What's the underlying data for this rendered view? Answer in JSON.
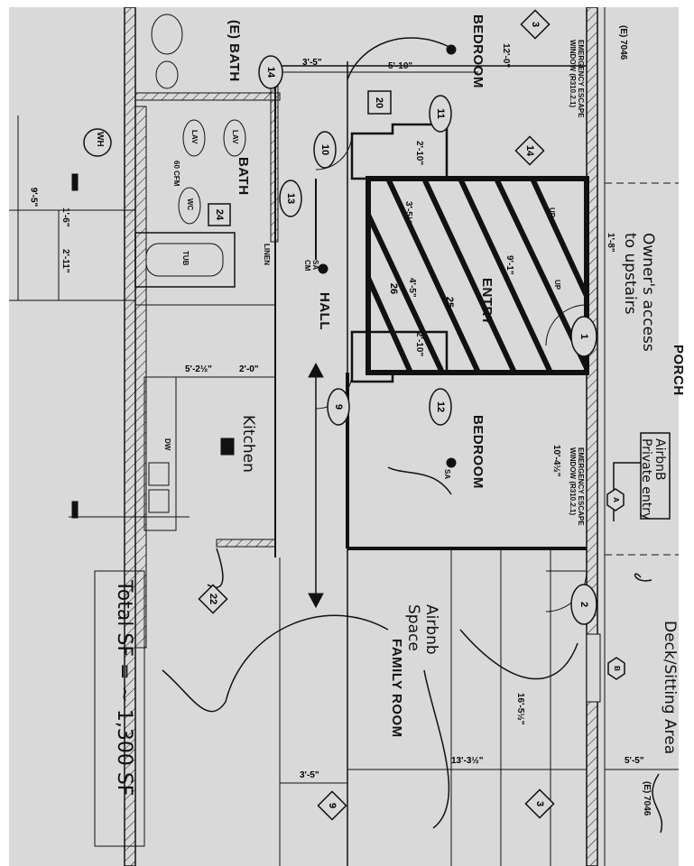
{
  "rooms": {
    "bedroom_top": "BEDROOM",
    "bedroom_bottom": "BEDROOM",
    "entry": "ENTRY",
    "hall": "HALL",
    "family_room": "FAMILY ROOM",
    "porch": "PORCH",
    "e_bath": "(E) BATH",
    "bath": "BATH",
    "kitchen": "Kitchen"
  },
  "fixtures": {
    "lav_1": "LAV",
    "lav_2": "LAV",
    "wc": "WC",
    "tub": "TUB",
    "linen": "LINEN",
    "fan": "60 CFM",
    "wh": "WH",
    "dw": "DW",
    "up_1": "UP",
    "up_2": "UP",
    "sa_cm": "SA CM",
    "sa": "SA"
  },
  "notes": {
    "window_code_top": "EMERGENCY ESCAPE WINDOW (R310.2.1)",
    "window_code_bottom": "EMERGENCY ESCAPE WINDOW (R310.2.1)",
    "existing_top": "(E) 7046",
    "existing_bottom": "(E) 7046"
  },
  "handwritten": {
    "owners_access": "Owner's access to upstairs",
    "airbnb_entry_1": "AirbnB",
    "airbnb_entry_2": "Private entry",
    "deck": "Deck/Sitting Area",
    "airbnb_space_1": "Airbnb",
    "airbnb_space_2": "Space",
    "total_sf": "Total SF = ~ 1,300 SF"
  },
  "dimensions": {
    "d12_0": "12'-0\"",
    "d5_10": "5'-10\"",
    "d3_5_top": "3'-5\"",
    "d2_10_a": "2'-10\"",
    "d2_10_b": "2'-10\"",
    "d3_5_half": "3'-5½\"",
    "d9_1": "9'-1\"",
    "d4_5": "4'-5\"",
    "d1_8": "1'-8\"",
    "d10_4": "10'-4½\"",
    "d16_5": "16'-5½\"",
    "d13_3": "13'-3½\"",
    "d3_5_bot": "3'-5\"",
    "d5_5": "5'-5\"",
    "d5_2": "5'-2½\"",
    "d2_0": "2'-0\"",
    "d9_5": "9'-5\"",
    "d1_6": "1'-6\"",
    "d2_11": "2'-11\""
  },
  "tags": {
    "t3_top": "3",
    "t14_top": "14",
    "t20": "20",
    "t11": "11",
    "t10": "10",
    "t13": "13",
    "t24": "24",
    "t14": "14",
    "t25": "25",
    "t26": "26",
    "t1": "1",
    "t12": "12",
    "t9_oval": "9",
    "t2": "2",
    "t22": "22",
    "t9": "9",
    "t3_bot": "3",
    "tA": "A",
    "tB": "B"
  }
}
